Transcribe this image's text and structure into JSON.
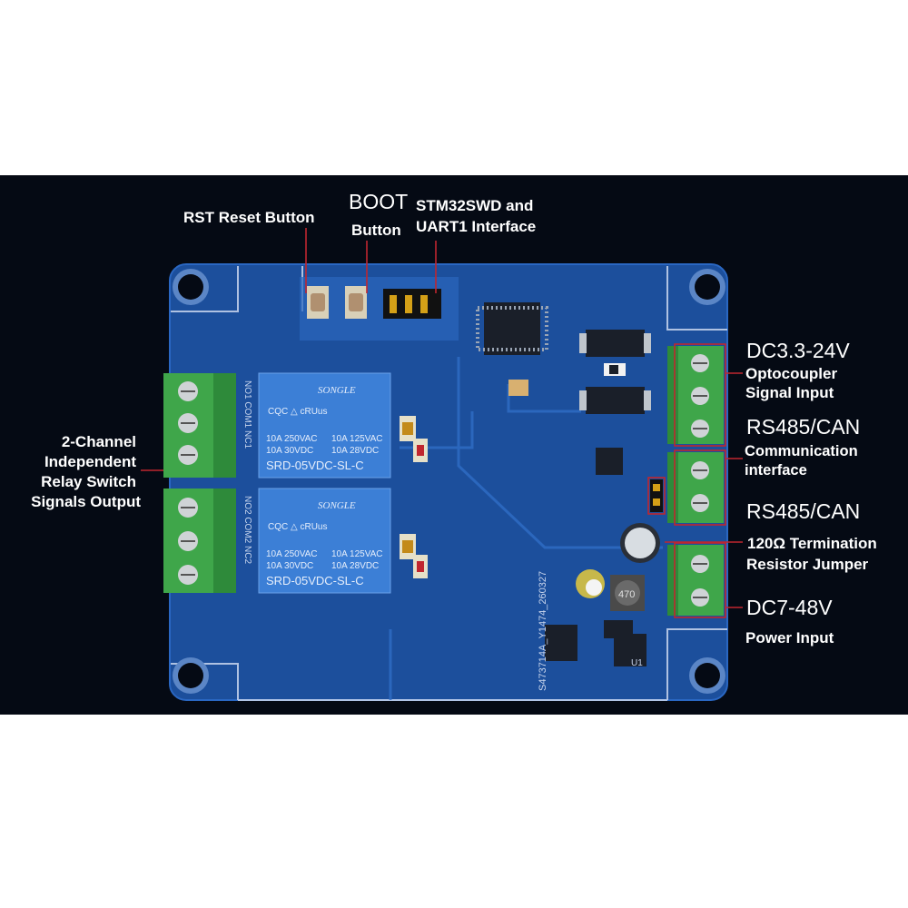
{
  "labels": {
    "rst": "RST Reset Button",
    "boot_line1": "BOOT",
    "boot_line2": "Button",
    "swd_line1": "STM32SWD and",
    "swd_line2": "UART1 Interface",
    "relay_line1": "2-Channel",
    "relay_line2": "Independent",
    "relay_line3": "Relay Switch",
    "relay_line4": "Signals Output",
    "dc_input_voltage": "DC3.3-24V",
    "opto_line1": "Optocoupler",
    "opto_line2": "Signal Input",
    "rs485_1": "RS485/CAN",
    "comm_line1": "Communication",
    "comm_line2": "interface",
    "rs485_2": "RS485/CAN",
    "term_line1": "120Ω Termination",
    "term_line2": "Resistor Jumper",
    "dc_power_voltage": "DC7-48V",
    "power_label": "Power Input"
  },
  "relays": [
    {
      "brand": "SONGLE",
      "marks": "CQC △ cRUus",
      "rating_left_1": "10A 250VAC",
      "rating_right_1": "10A 125VAC",
      "rating_left_2": "10A 30VDC",
      "rating_right_2": "10A 28VDC",
      "model": "SRD-05VDC-SL-C",
      "terminal_label": "NO1 COM1 NC1"
    },
    {
      "brand": "SONGLE",
      "marks": "CQC △ cRUus",
      "rating_left_1": "10A 250VAC",
      "rating_right_1": "10A 125VAC",
      "rating_left_2": "10A 30VDC",
      "rating_right_2": "10A 28VDC",
      "model": "SRD-05VDC-SL-C",
      "terminal_label": "NO2 COM2 NC2"
    }
  ],
  "board": {
    "pcb_code": "S473714A_Y1474_260327",
    "inductor_marking": "470",
    "chip_label": "U1",
    "colors": {
      "background": "#050a14",
      "pcb": "#1c4f9c",
      "relay": "#3c7fd6",
      "terminal": "#3fa64a",
      "pointer": "#c0262f",
      "text": "#ffffff"
    }
  }
}
